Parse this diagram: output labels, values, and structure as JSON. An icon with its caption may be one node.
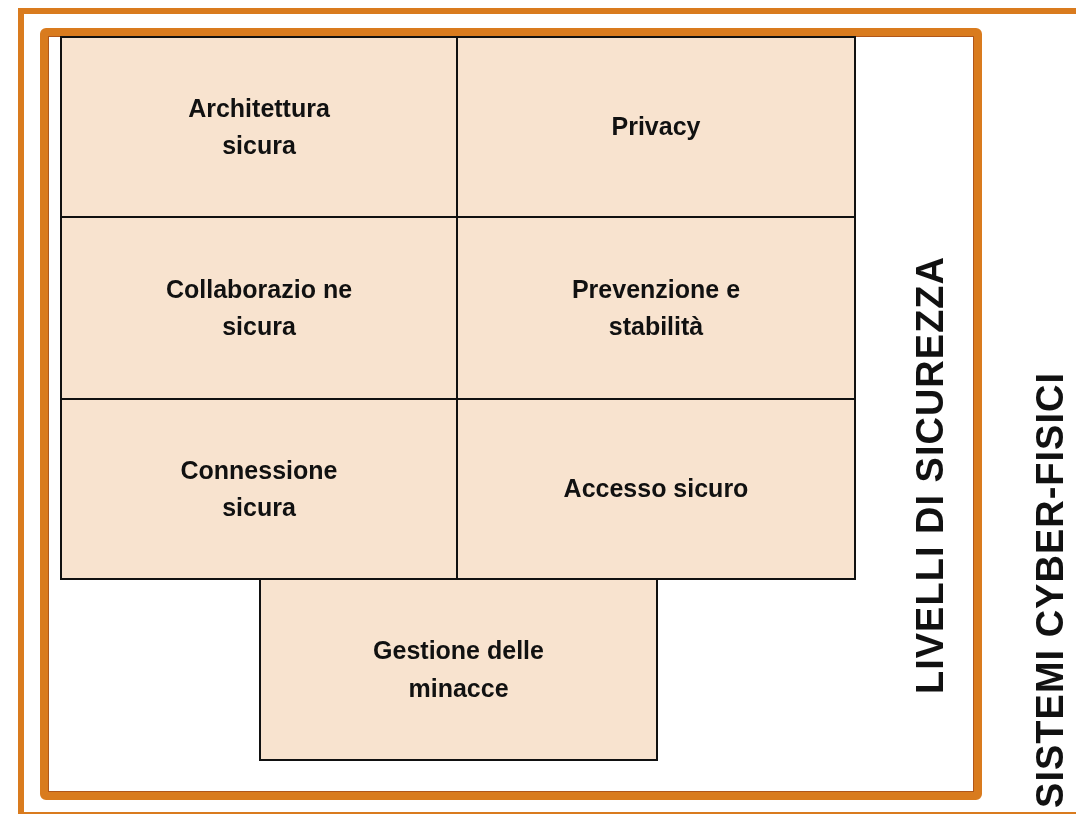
{
  "diagram": {
    "nodes": [
      {
        "text": [
          "SISTEMI CYBER-FISICI"
        ]
      },
      {
        "text": [
          "LIVELLI DI SICUREZZA"
        ],
        "in": 0
      },
      {
        "text": [
          "Architettura sicura"
        ],
        "in": 1
      },
      {
        "text": [
          "Privacy"
        ],
        "in": 1
      },
      {
        "text": [
          "Collaborazio ne sicura"
        ],
        "in": 1
      },
      {
        "text": [
          "Prevenzione e stabilità"
        ],
        "in": 1
      },
      {
        "text": [
          "Connessione sicura"
        ],
        "in": 1
      },
      {
        "text": [
          "Accesso sicuro"
        ],
        "in": 1
      },
      {
        "text": [
          "Gestione delle minacce"
        ],
        "in": 1
      }
    ]
  }
}
